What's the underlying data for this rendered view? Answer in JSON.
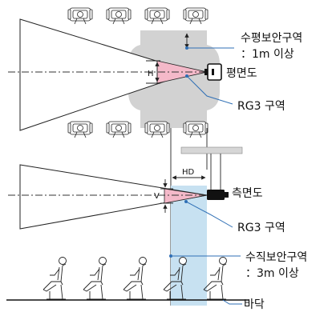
{
  "labels": {
    "horizontal_zone_l1": "수평보안구역",
    "horizontal_zone_l2": "：1m 이상",
    "plan_view": "평면도",
    "rg3_top": "RG3 구역",
    "h_dim": "H",
    "hd_dim": "HD",
    "side_view": "측면도",
    "v_dim": "V",
    "rg3_bottom": "RG3 구역",
    "vertical_zone_l1": "수직보안구역",
    "vertical_zone_l2": "：3m 이상",
    "floor": "바닥"
  },
  "colors": {
    "zone_gray": "#d2d2d2",
    "zone_blue": "#c7e1f1",
    "rg3_pink": "#f4b9c9",
    "leader_blue": "#2f6fb5",
    "projector": "#111111"
  }
}
